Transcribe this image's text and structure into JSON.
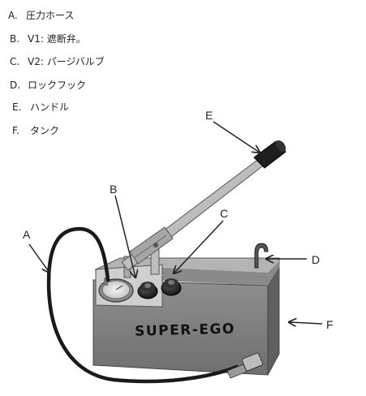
{
  "legend": [
    {
      "key": "A.",
      "text": "圧力ホース"
    },
    {
      "key": "B.",
      "text": "V1: 遮断弁。"
    },
    {
      "key": "C.",
      "text": "V2: パージバルブ"
    },
    {
      "key": "D.",
      "text": "ロックフック"
    },
    {
      "key": "E.",
      "text": "ハンドル"
    },
    {
      "key": "F.",
      "text": "タンク"
    }
  ],
  "callouts": {
    "a": "A",
    "b": "B",
    "c": "C",
    "d": "D",
    "e": "E",
    "f": "F"
  },
  "brand": "SUPER-EGO"
}
